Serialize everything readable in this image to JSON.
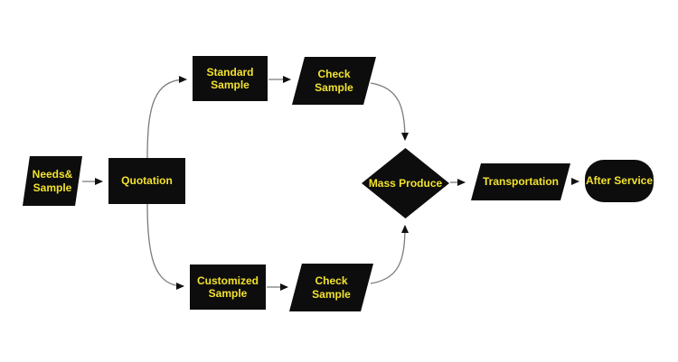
{
  "diagram": {
    "type": "flowchart",
    "colors": {
      "background": "#ffffff",
      "shape_fill": "#0d0d0d",
      "label_text": "#f2e22e",
      "connector": "#7a7a7a",
      "arrowhead": "#111111"
    },
    "nodes": {
      "needs_sample": {
        "label": "Needs&\nSample",
        "shape": "parallelogram"
      },
      "quotation": {
        "label": "Quotation",
        "shape": "rectangle"
      },
      "standard_sample": {
        "label": "Standard\nSample",
        "shape": "rectangle"
      },
      "check_sample_top": {
        "label": "Check\nSample",
        "shape": "parallelogram"
      },
      "customized_sample": {
        "label": "Customized\nSample",
        "shape": "rectangle"
      },
      "check_sample_bottom": {
        "label": "Check\nSample",
        "shape": "parallelogram"
      },
      "mass_produce": {
        "label": "Mass Produce",
        "shape": "diamond"
      },
      "transportation": {
        "label": "Transportation",
        "shape": "parallelogram"
      },
      "after_service": {
        "label": "After Service",
        "shape": "stadium"
      }
    },
    "edges": [
      {
        "from": "needs_sample",
        "to": "quotation"
      },
      {
        "from": "quotation",
        "to": "standard_sample"
      },
      {
        "from": "quotation",
        "to": "customized_sample"
      },
      {
        "from": "standard_sample",
        "to": "check_sample_top"
      },
      {
        "from": "customized_sample",
        "to": "check_sample_bottom"
      },
      {
        "from": "check_sample_top",
        "to": "mass_produce"
      },
      {
        "from": "check_sample_bottom",
        "to": "mass_produce"
      },
      {
        "from": "mass_produce",
        "to": "transportation"
      },
      {
        "from": "transportation",
        "to": "after_service"
      }
    ]
  }
}
